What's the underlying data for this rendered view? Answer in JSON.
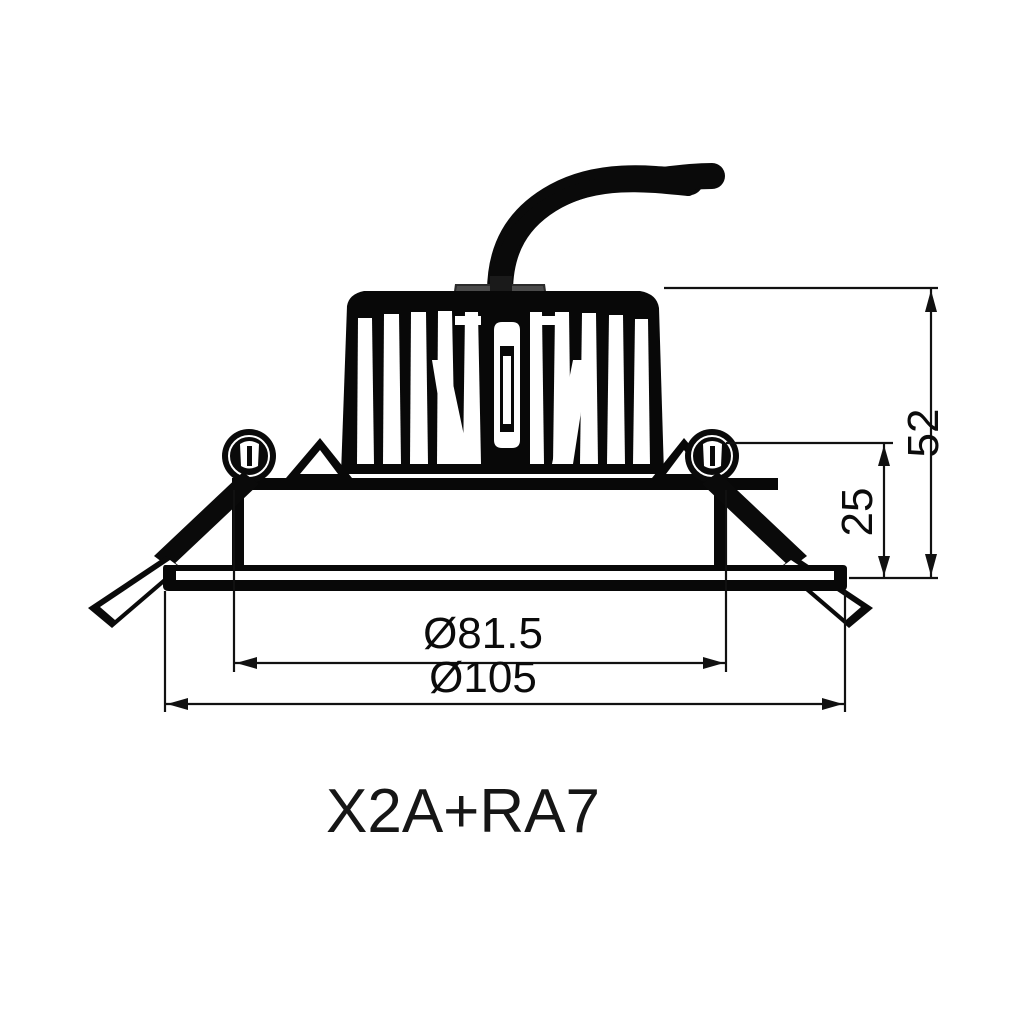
{
  "drawing": {
    "title": "X2A+RA7",
    "product_type": "recessed-led-downlight",
    "view": "side-elevation-section",
    "units": "mm",
    "background_color": "#ffffff",
    "line_color": "#111111",
    "body_color": "#080808",
    "cable_color": "#9c9c9c"
  },
  "dimensions": {
    "overall_height": {
      "label": "52",
      "value": 52,
      "orientation": "vertical",
      "position": "right-outer"
    },
    "recess_depth": {
      "label": "25",
      "value": 25,
      "orientation": "vertical",
      "position": "right-inner"
    },
    "cutout_diameter": {
      "label": "Ø81.5",
      "value": 81.5,
      "orientation": "horizontal",
      "position": "bottom-inner"
    },
    "outer_diameter": {
      "label": "Ø105",
      "value": 105,
      "orientation": "horizontal",
      "position": "bottom-outer"
    }
  },
  "parts": {
    "heatsink": "finned-heatsink-body",
    "cable": "power-cable-with-sleeve",
    "cable_gland": "strain-relief-block",
    "spring_clip_left": "mounting-spring-clip-left",
    "spring_clip_right": "mounting-spring-clip-right",
    "bezel": "trim-bezel-ring",
    "reflector": "inner-reflector-housing"
  }
}
